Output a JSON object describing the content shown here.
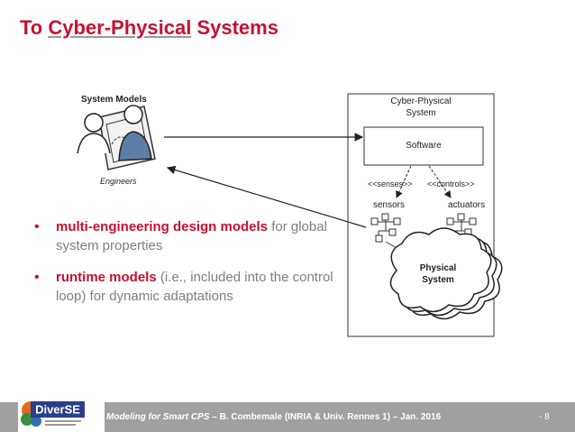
{
  "title": {
    "prefix": "To ",
    "underlined": "Cyber-Physical",
    "suffix": " Systems"
  },
  "diagram": {
    "system_models_label": "System Models",
    "engineers_label": "Engineers",
    "cps_title_line1": "Cyber-Physical",
    "cps_title_line2": "System",
    "software_label": "Software",
    "senses_label": "<<senses>>",
    "controls_label": "<<controls>>",
    "sensors_label": "sensors",
    "actuators_label": "actuators",
    "physical_line1": "Physical",
    "physical_line2": "System"
  },
  "bullets": [
    {
      "bold": "multi-engineering design models",
      "rest": " for global system properties"
    },
    {
      "bold": "runtime models",
      "rest": " (i.e., included into the control loop) for dynamic adaptations"
    }
  ],
  "footer": {
    "italic": "Modeling for Smart CPS",
    "rest": " – B. Combemale (INRIA & Univ. Rennes 1) – Jan. 2016",
    "page": "- 8",
    "logo_text": "DiverSE"
  },
  "colors": {
    "accent": "#c8102e",
    "footer_bar": "#a0a0a0",
    "bullet_text": "#7f7f7f"
  }
}
